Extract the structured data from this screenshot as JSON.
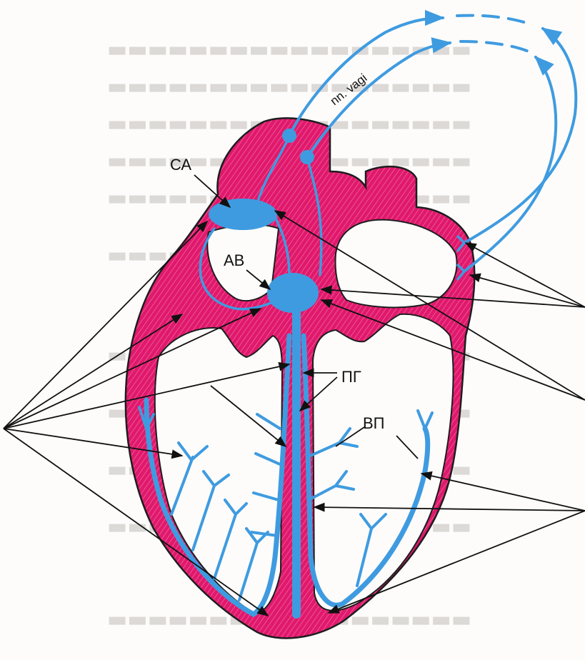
{
  "labels": {
    "sa": "СА",
    "av": "АВ",
    "pg": "ПГ",
    "vp": "ВП",
    "nerve": "nn. vagi"
  },
  "colors": {
    "myocardium": "#e0196d",
    "conduction": "#3f9be0",
    "outline": "#1d1d1d",
    "pointer": "#111111"
  }
}
